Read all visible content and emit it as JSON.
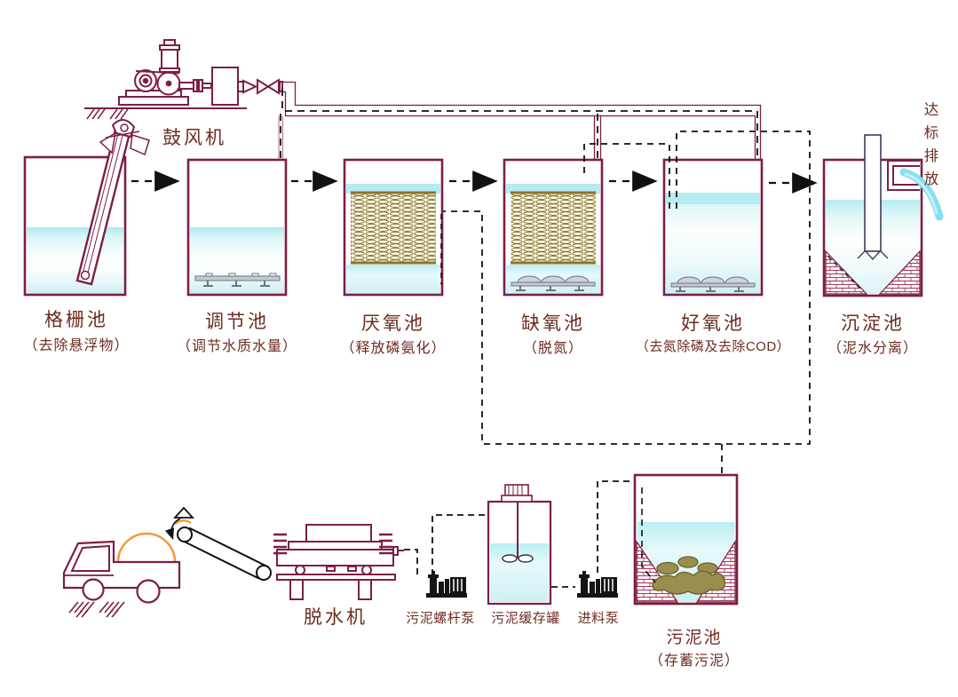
{
  "diagram": {
    "stages": [
      {
        "name": "格栅池",
        "desc": "（去除悬浮物）"
      },
      {
        "name": "调节池",
        "desc": "（调节水质水量）"
      },
      {
        "name": "厌氧池",
        "desc": "（释放磷氨化）"
      },
      {
        "name": "缺氧池",
        "desc": "（脱氮）"
      },
      {
        "name": "好氧池",
        "desc": "（去氮除磷及去除COD）"
      },
      {
        "name": "沉淀池",
        "desc": "（泥水分离）"
      }
    ],
    "equipment": {
      "blower": "鼓风机",
      "dewaterer": "脱水机",
      "screw_pump": "污泥螺杆泵",
      "buffer_tank": "污泥缓存罐",
      "feed_pump": "进料泵",
      "sludge_pool": {
        "name": "污泥池",
        "desc": "（存蓄污泥）"
      }
    },
    "discharge_label": "达标排放",
    "colors": {
      "outline": "#7c1e45",
      "label_text": "#6e2c22",
      "water_top": "#b5ecf2",
      "media_olive": "#8a7428",
      "sludge_olive": "#9a8d50",
      "orange": "#f29b38",
      "flow_line": "#111111",
      "effluent_stream": "#85dfee",
      "pump_black": "#141414",
      "diffuser_gray": "#8d93a3"
    }
  }
}
